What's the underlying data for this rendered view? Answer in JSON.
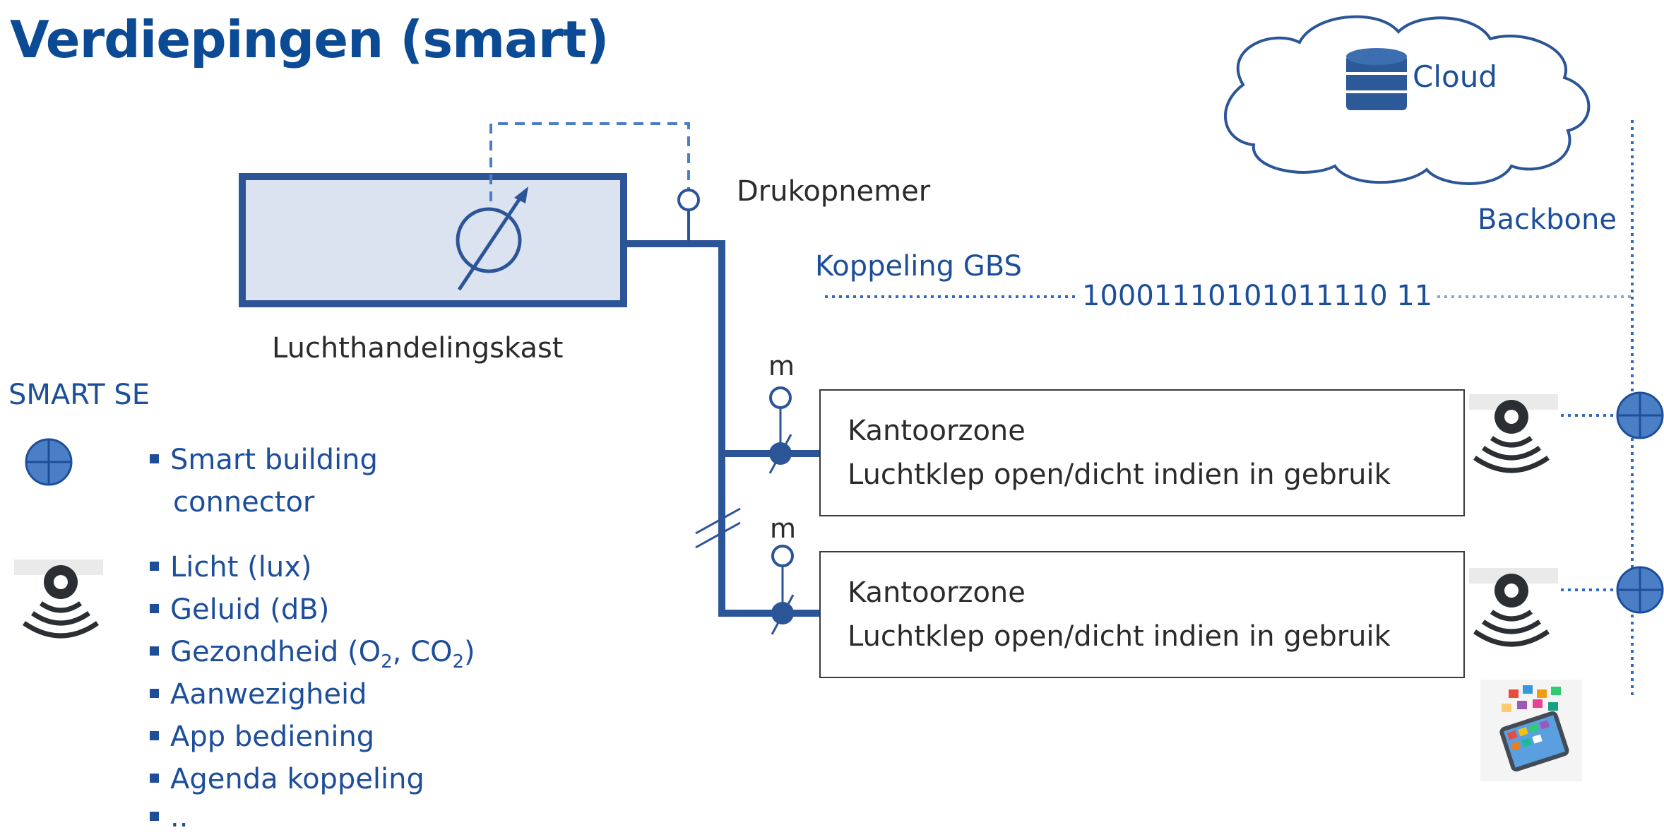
{
  "title": "Verdiepingen (smart)",
  "cloud_label": "Cloud",
  "backbone_label": "Backbone",
  "gbs_label": "Koppeling GBS",
  "binary_stream": "10001110101011110 11",
  "pressure_sensor_label": "Drukopnemer",
  "air_handler_label": "Luchthandelingskast",
  "smart_label": "SMART SE",
  "motor_labels": [
    "m",
    "m"
  ],
  "zones": [
    {
      "name": "Kantoorzone",
      "desc": "Luchtklep open/dicht indien in gebruik"
    },
    {
      "name": "Kantoorzone",
      "desc": "Luchtklep open/dicht indien in gebruik"
    }
  ],
  "legend": {
    "connector": [
      "Smart building",
      "connector"
    ],
    "sensor_items": [
      "Licht (lux)",
      "Geluid (dB)",
      "Gezondheid (O",
      "2",
      ", CO",
      "2",
      ")",
      "Aanwezigheid",
      "App bediening",
      "Agenda koppeling",
      ".."
    ]
  },
  "colors": {
    "primary": "#0b4a94",
    "accent": "#2f6bc0",
    "box_fill": "#dbe3f1",
    "line": "#1d4e9a"
  },
  "icons": [
    "cloud-icon",
    "database-icon",
    "connector-icon",
    "sensor-icon",
    "smartphone-apps-icon"
  ]
}
